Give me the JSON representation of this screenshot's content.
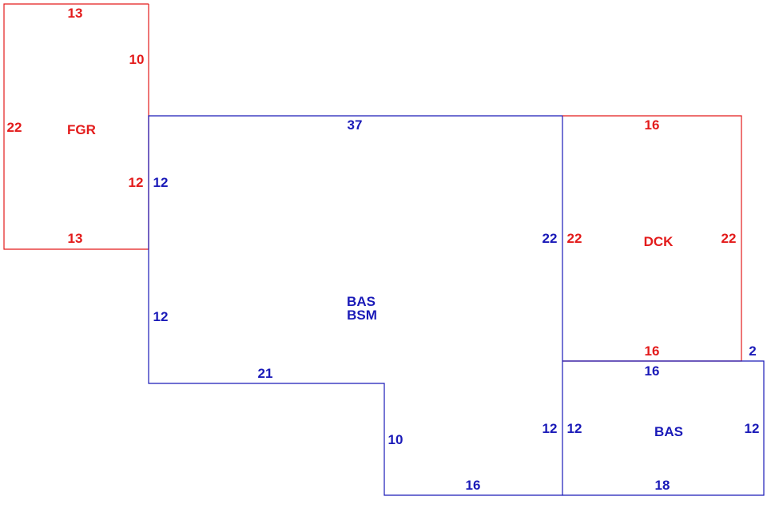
{
  "colors": {
    "garage": "#e31b1b",
    "deck": "#e31b1b",
    "living": "#1a1ab8"
  },
  "fgr": {
    "name": "FGR",
    "top": "13",
    "right_upper": "10",
    "left": "22",
    "right_lower": "12",
    "bottom": "13"
  },
  "main": {
    "name_line1": "BAS",
    "name_line2": "BSM",
    "top": "37",
    "left_upper": "12",
    "left_lower": "12",
    "right": "22",
    "step_top": "21",
    "step_left": "10",
    "bottom": "16",
    "right_lower": "12"
  },
  "dck": {
    "name": "DCK",
    "top": "16",
    "left": "22",
    "right": "22",
    "bottom": "16"
  },
  "bas": {
    "name": "BAS",
    "top": "16",
    "left": "12",
    "right": "12",
    "bottom": "18",
    "offset": "2"
  }
}
